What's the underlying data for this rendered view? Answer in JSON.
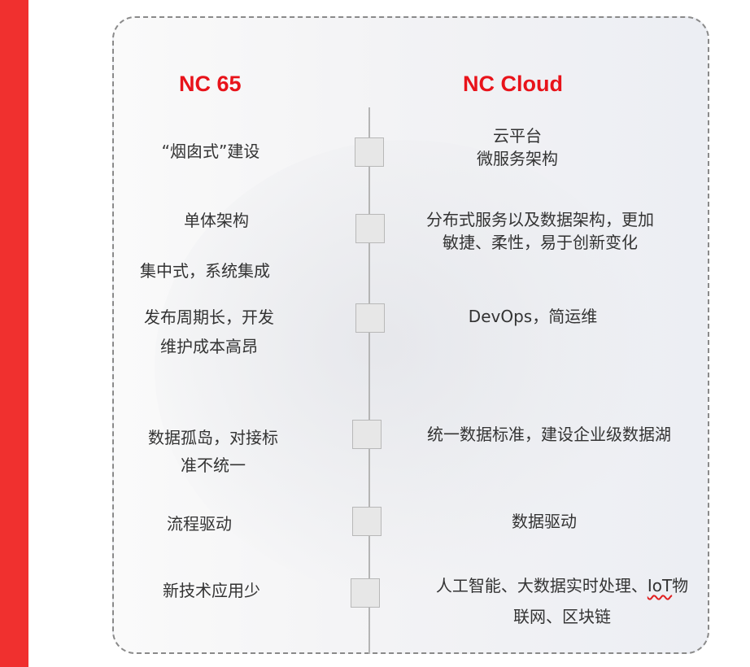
{
  "left_title": "NC 65",
  "right_title": "NC Cloud",
  "left_items": [
    [
      "“烟囱式”建设"
    ],
    [
      "单体架构"
    ],
    [
      "集中式，系统集成"
    ],
    [
      "发布周期长，开发",
      "维护成本高昂"
    ],
    [
      "数据孤岛，对接标",
      "准不统一"
    ],
    [
      "流程驱动"
    ],
    [
      "新技术应用少"
    ]
  ],
  "right_items": [
    [
      "云平台",
      "微服务架构"
    ],
    [
      "分布式服务以及数据架构，更加",
      "敏捷、柔性，易于创新变化"
    ],
    [
      "DevOps，简运维"
    ],
    [
      "统一数据标准，建设企业级数据湖"
    ],
    [
      "数据驱动"
    ],
    {
      "line1_before": "人工智能、大数据实时处理、",
      "line1_iot": "IoT",
      "line1_after": "物",
      "line2": "联网、区块链"
    }
  ],
  "colors": {
    "accent_red": "#f0302f",
    "title_red": "#e8131a",
    "dashed_border": "#8a8a8a"
  }
}
